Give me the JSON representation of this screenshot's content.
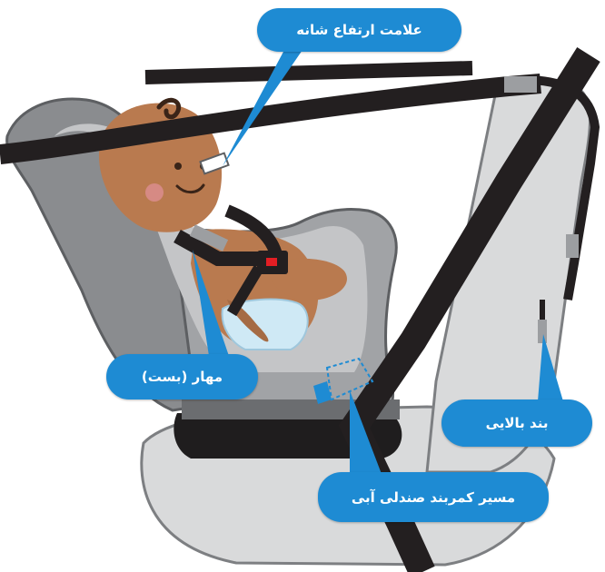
{
  "labels": {
    "shoulder_height_mark": "علامت ارتفاع شانه",
    "harness_straps": "مهار (بست)",
    "top_tether": "بند بالایی",
    "blue_belt_path": "مسیر کمربند صندلی آبی"
  },
  "colors": {
    "callout_blue": "#1e8bd3",
    "seat_gray": "#8a8c8f",
    "vehicle_seat": "#d9dadb",
    "belt": "#231f20",
    "skin": "#b97a4f",
    "clip_red": "#e31e24"
  }
}
